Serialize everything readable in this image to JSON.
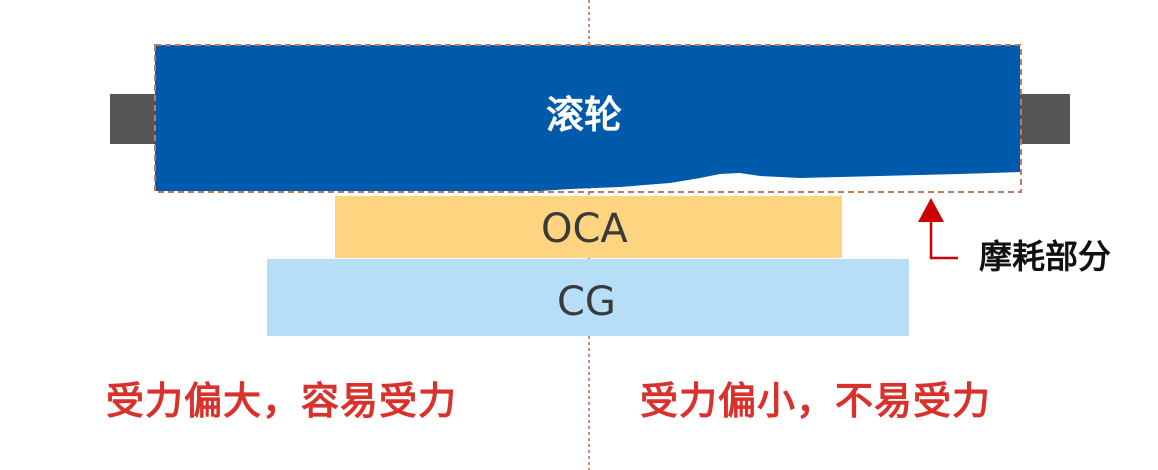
{
  "diagram": {
    "roller_label": "滚轮",
    "oca_label": "OCA",
    "cg_label": "CG",
    "wear_label": "摩耗部分",
    "left_caption": "受力偏大，容易受力",
    "right_caption": "受力偏小，不易受力"
  },
  "colors": {
    "roller": "#005aab",
    "axle": "#555555",
    "oca": "#fdd47f",
    "cg": "#b6def7",
    "dashed_outline": "#c07b5d",
    "arrow": "#cc0000",
    "caption": "#d9312b"
  }
}
